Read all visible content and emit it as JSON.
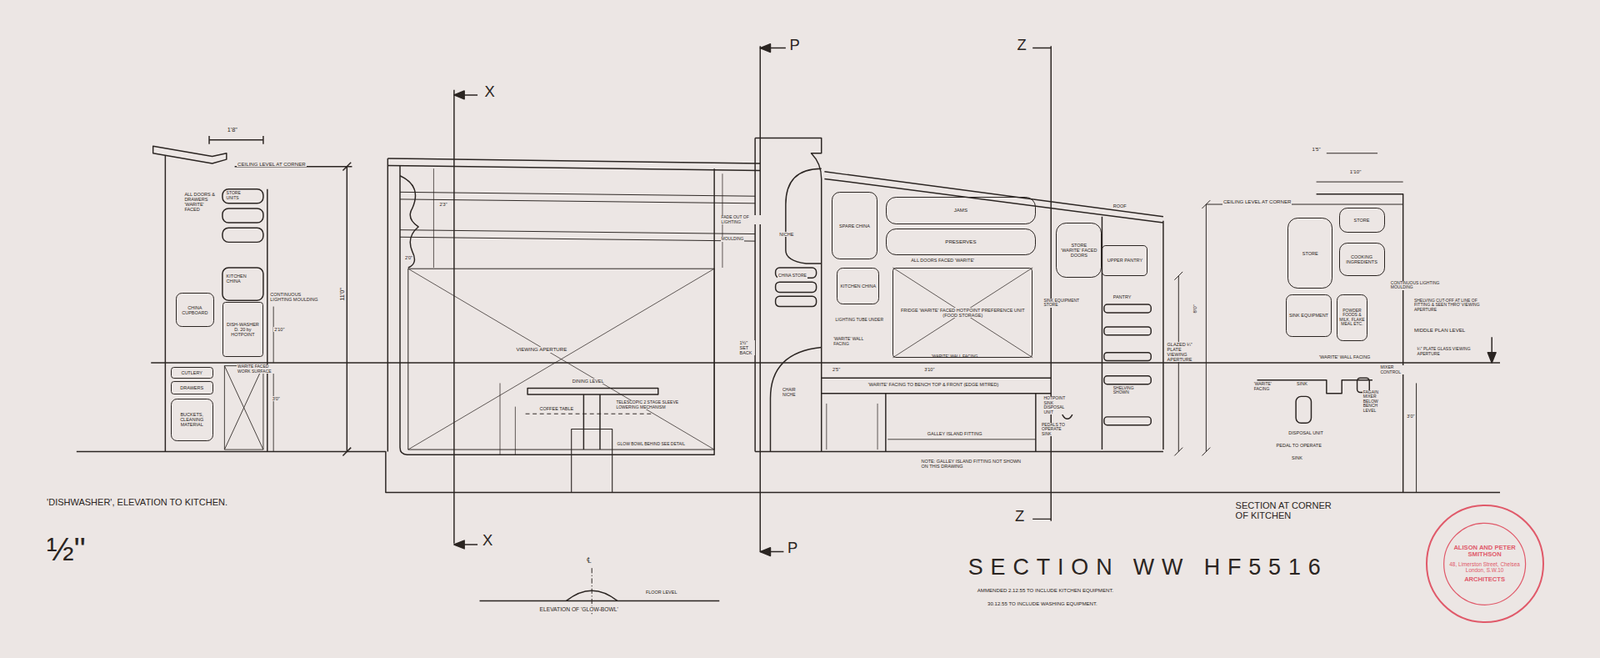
{
  "diagram": {
    "title": "SECTION WW HF5516",
    "nodes": [
      {
        "text": [
          "CHINA CUPBOARD"
        ]
      },
      {
        "text": [
          "DISH-WASHER D. 20 by HOTPOINT"
        ]
      },
      {
        "text": [
          "CUTLERY"
        ]
      },
      {
        "text": [
          "DRAWERS"
        ]
      },
      {
        "text": [
          "BUCKETS, CLEANING MATERIAL"
        ]
      },
      {
        "text": [
          "SPARE CHINA"
        ]
      },
      {
        "text": [
          "KITCHEN CHINA"
        ]
      },
      {
        "text": [
          "JAMS"
        ]
      },
      {
        "text": [
          "PRESERVES"
        ]
      },
      {
        "text": [
          "FRIDGE 'WARITE' FACED HOTPOINT PREFERENCE UNIT (FOOD STORAGE)"
        ]
      },
      {
        "text": [
          "STORE",
          "'WARITE' FACED DOORS"
        ]
      },
      {
        "text": [
          "UPPER PANTRY"
        ]
      },
      {
        "text": [
          "STORE"
        ]
      },
      {
        "text": [
          "STORE"
        ]
      },
      {
        "text": [
          "COOKING INGREDIENTS"
        ]
      },
      {
        "text": [
          "SINK EQUIPMENT"
        ]
      },
      {
        "text": [
          "POWDER FOODS & MILK, FLAKE MEAL ETC."
        ]
      },
      {
        "text": [
          "ALISON AND PETER SMITHSON",
          "48, Limerston Street, Chelsea London, S.W.10",
          "ARCHITECTS"
        ]
      }
    ],
    "labels": [
      "1'8\"",
      "CEILING LEVEL AT CORNER",
      "ALL DOORS & DRAWERS 'WARITE' FACED",
      "STORE UNITS",
      "KITCHEN CHINA",
      "CONTINUOUS LIGHTING MOULDING",
      "WARITE FACED WORK SURFACE",
      "2'10\"",
      "3'0\"",
      "11'0\"",
      "'DISHWASHER', ELEVATION TO KITCHEN.",
      "½\"",
      "X",
      "X",
      "P",
      "P",
      "Z",
      "Z",
      "VIEWING APERTURE",
      "2'3\"",
      "2'0\"",
      "FADE OUT OF LIGHTING",
      "MOULDING",
      "DINING LEVEL",
      "COFFEE TABLE",
      "TELESCOPIC 2 STAGE SLEEVE LOWERING MECHANISM",
      "GLOW BOWL BEHIND SEE DETAIL",
      "NICHE",
      "CHINA STORE",
      "1½\" SET BACK",
      "CHAIR NICHE",
      "LIGHTING TUBE UNDER",
      "'WARITE' WALL FACING",
      "2'5\"",
      "3'10\"",
      "'WARITE' WALL FACING",
      "ALL DOORS FACED 'WARITE'",
      "'WARITE' FACING TO BENCH TOP & FRONT (EDGE MITRED)",
      "GALLEY ISLAND FITTING",
      "NOTE: GALLEY ISLAND FITTING NOT SHOWN ON THIS DRAWING",
      "ROOF",
      "PANTRY",
      "SINK EQUIPMENT STORE",
      "HOTPOINT SINK DISPOSAL UNIT",
      "PEDALS TO OPERATE SINK",
      "SHELVING SHOWN",
      "GLAZED ¼\" PLATE VIEWING APERTURE",
      "8'0\"",
      "CEILING LEVEL AT CORNER",
      "1'5\"",
      "1'10\"",
      "CONTINUOUS LIGHTING MOULDING",
      "SHELVING CUT-OFF AT LINE OF FITTING & SEEN THRO' VIEWING APERTURE",
      "MIDDLE PLAN LEVEL",
      "¼\" PLATE GLASS VIEWING APERTURE",
      "'WARITE' WALL FACING",
      "MIXER CONTROL",
      "'WARITE' FACING",
      "SINK",
      "FAGAIN MIXER BELOW BENCH LEVEL",
      "DISPOSAL UNIT",
      "PEDAL TO OPERATE",
      "SINK",
      "3'0\"",
      "SECTION AT CORNER OF KITCHEN",
      "AMMENDED 2.12.55 TO INCLUDE KITCHEN EQUIPMENT.",
      "30.12.55 TO INCLUDE WASHING EQUIPMENT.",
      "ELEVATION OF 'GLOW-BOWL'",
      "FLOOR LEVEL",
      "℄"
    ]
  }
}
